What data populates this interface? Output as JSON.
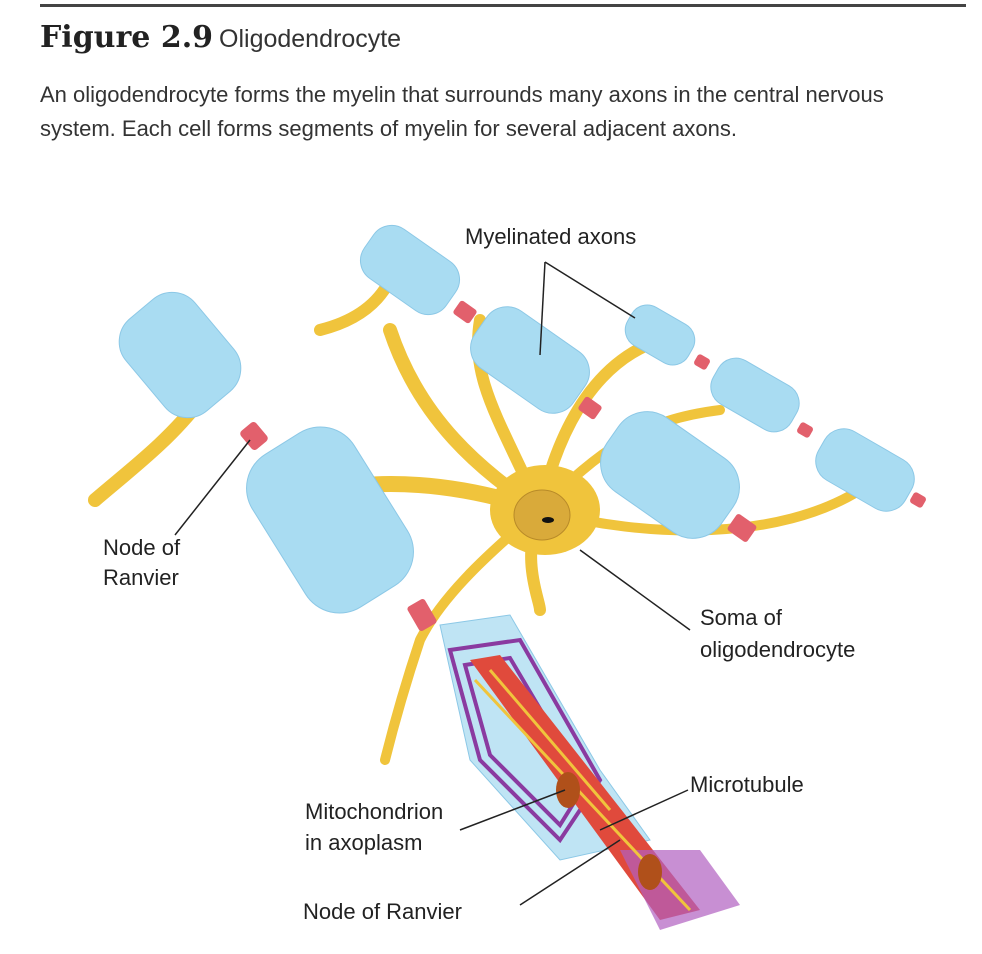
{
  "figure": {
    "number": "Figure 2.9",
    "title": "Oligodendrocyte",
    "caption": "An oligodendrocyte forms the myelin that surrounds many axons in the central nervous system. Each cell forms segments of myelin for several adjacent axons."
  },
  "labels": {
    "myelinated_axons": "Myelinated axons",
    "node_of_ranvier_left_line1": "Node of",
    "node_of_ranvier_left_line2": "Ranvier",
    "soma_line1": "Soma of",
    "soma_line2": "oligodendrocyte",
    "microtubule": "Microtubule",
    "mitochondrion_line1": "Mitochondrion",
    "mitochondrion_line2": "in axoplasm",
    "node_of_ranvier_bottom": "Node of Ranvier"
  },
  "colors": {
    "myelin": "#a9dcf2",
    "node": "#e2606c",
    "process": "#f0c43c",
    "axon": "#e04a3c",
    "lamellae": "#8a3aa0"
  }
}
